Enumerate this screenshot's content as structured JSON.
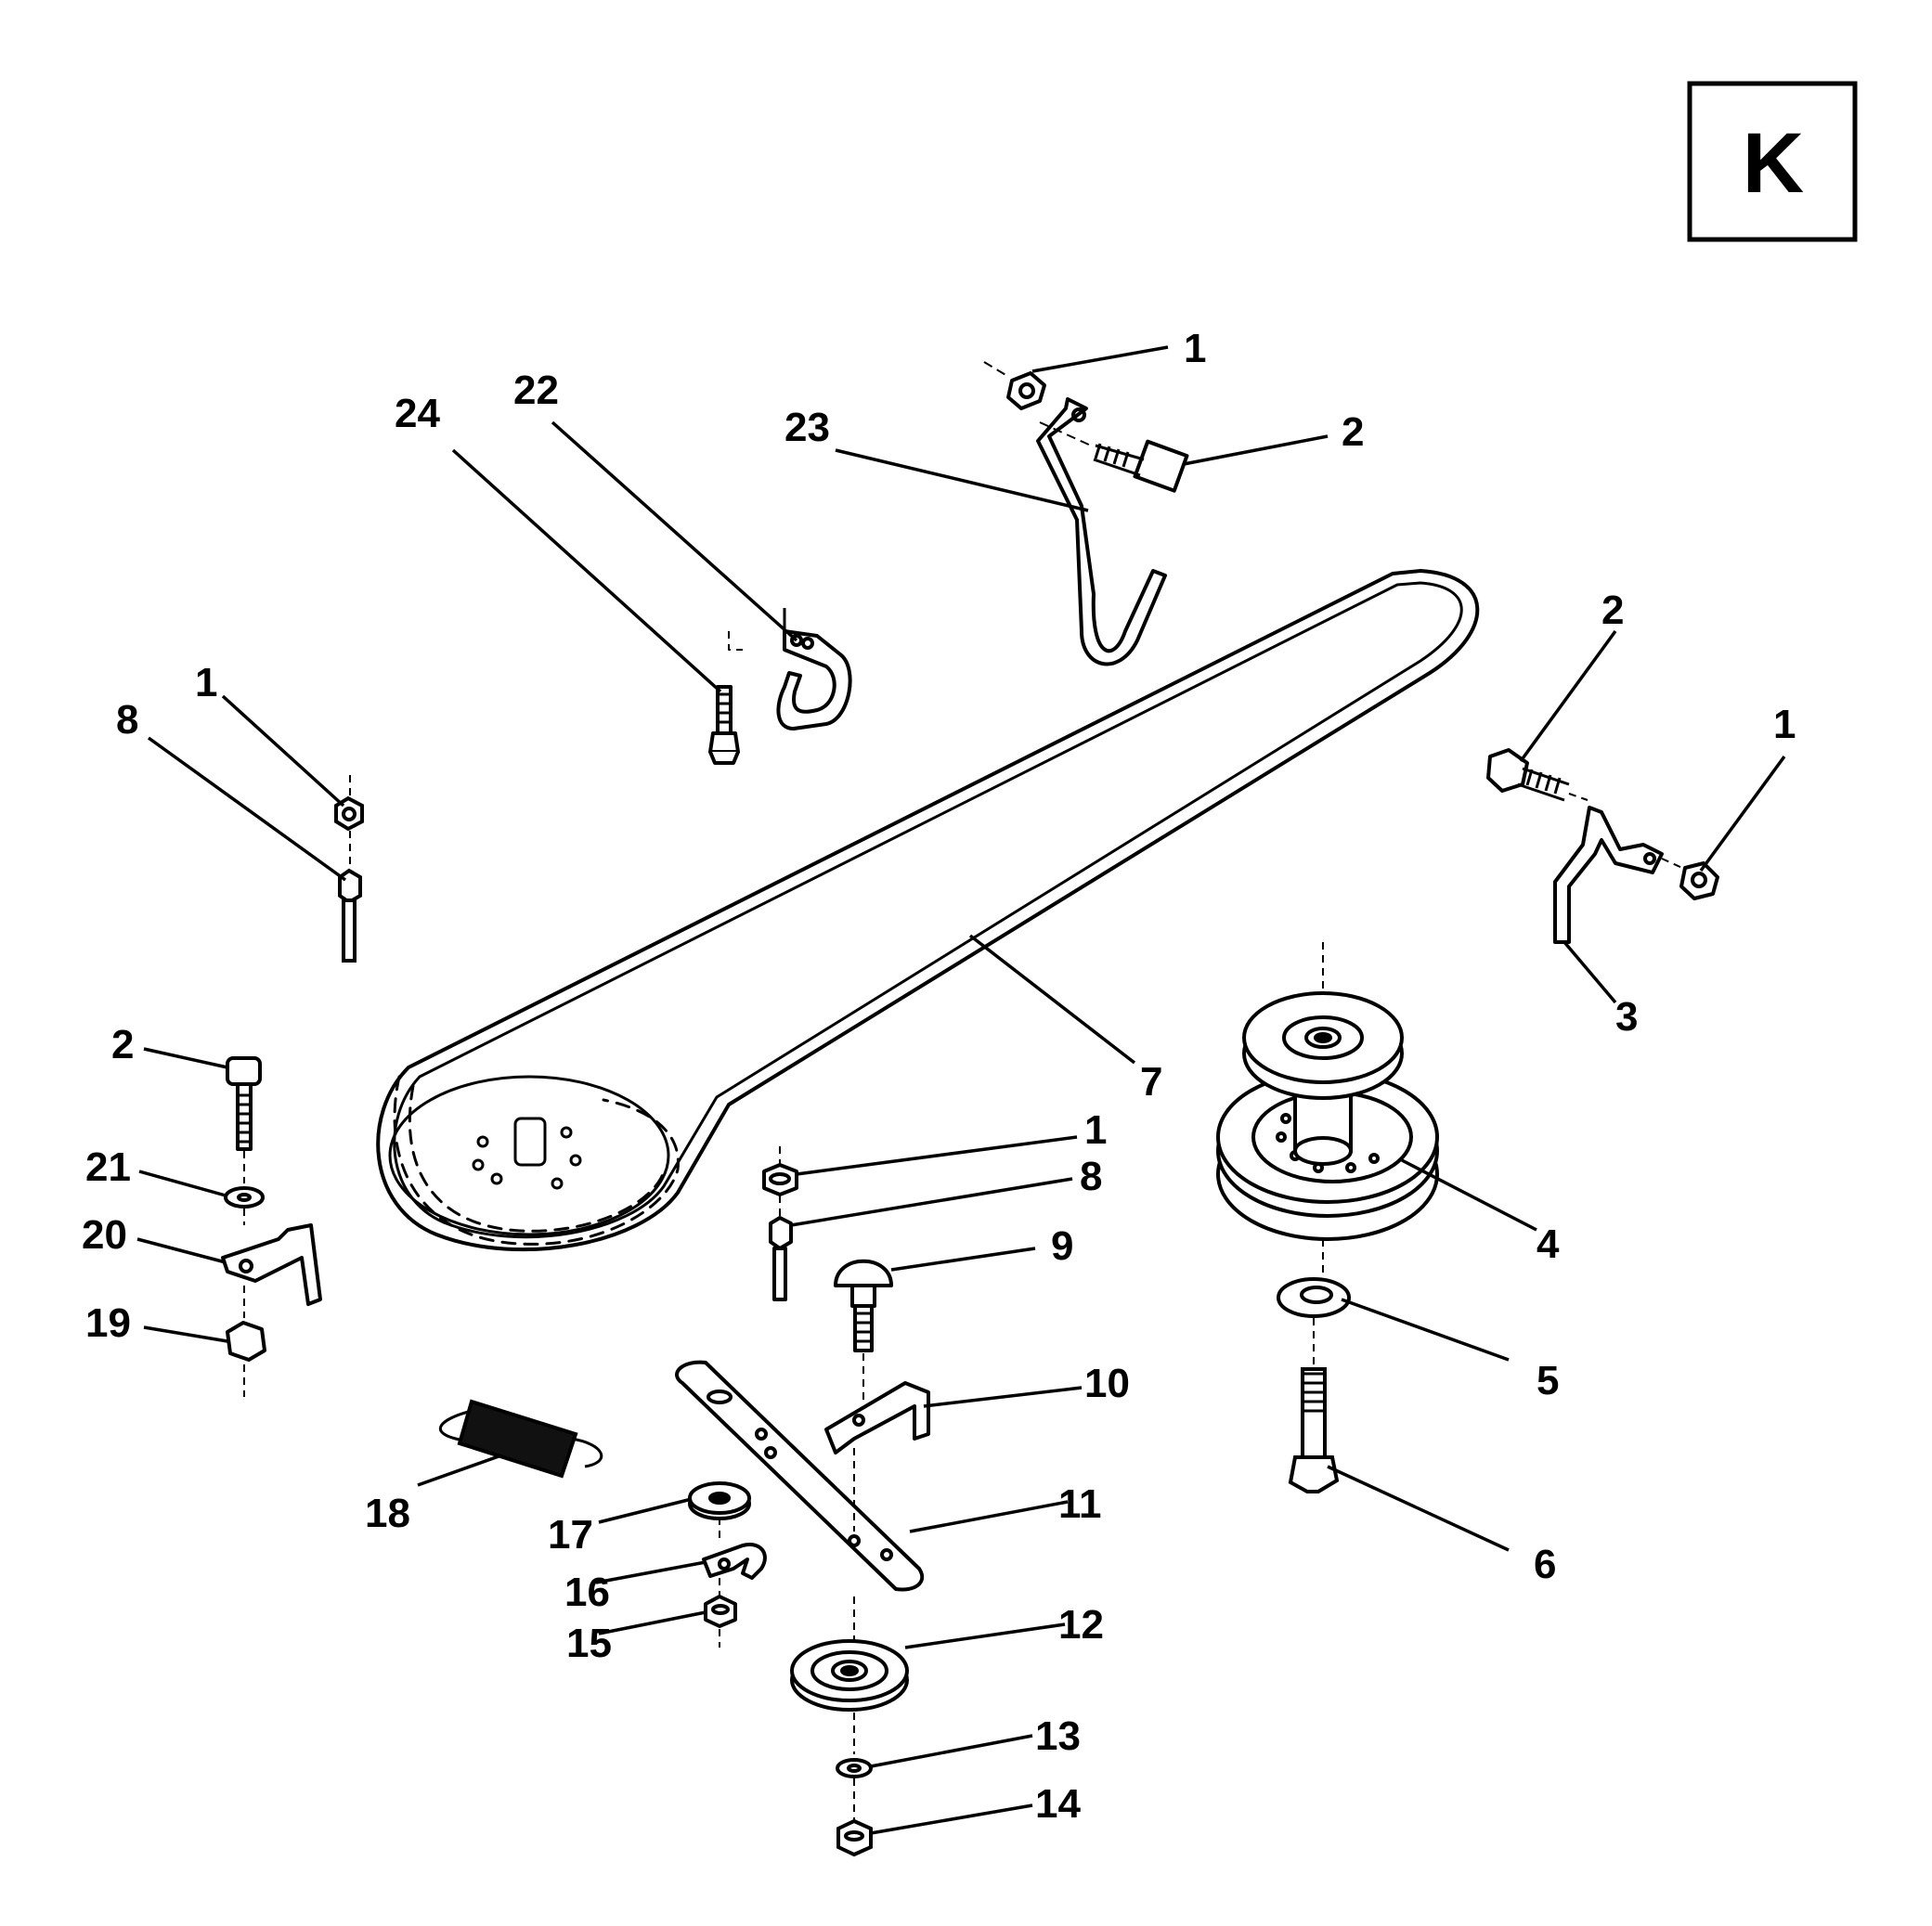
{
  "sheet_letter": "K",
  "callouts": {
    "c1a": "1",
    "c2a": "2",
    "c23": "23",
    "c22": "22",
    "c24": "24",
    "c2b": "2",
    "c1b": "1",
    "c3": "3",
    "c8a": "8",
    "c1c": "1",
    "c7": "7",
    "c4": "4",
    "c5": "5",
    "c6": "6",
    "c2c": "2",
    "c21": "21",
    "c20": "20",
    "c19": "19",
    "c1d": "1",
    "c8b": "8",
    "c9": "9",
    "c10": "10",
    "c18": "18",
    "c11": "11",
    "c17": "17",
    "c16": "16",
    "c15": "15",
    "c12": "12",
    "c13": "13",
    "c14": "14"
  }
}
